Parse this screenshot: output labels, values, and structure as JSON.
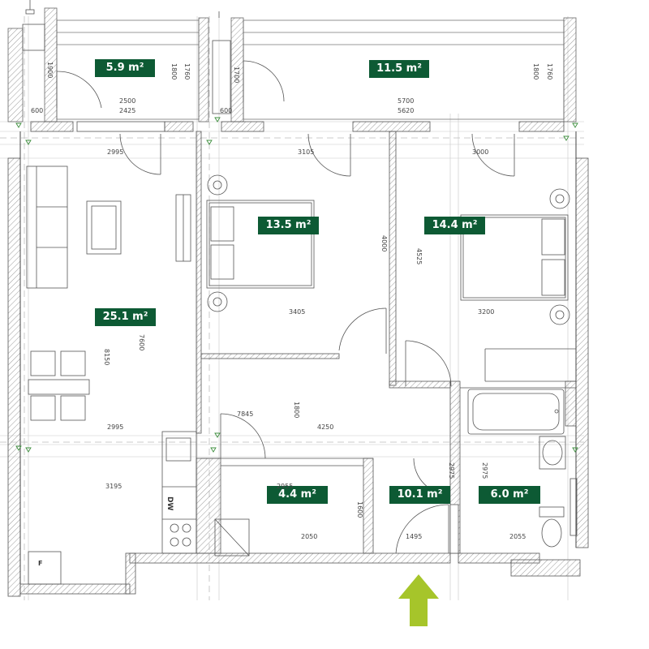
{
  "rooms": [
    {
      "id": "terrace-left",
      "area": "5.9 m²"
    },
    {
      "id": "terrace-right",
      "area": "11.5 m²"
    },
    {
      "id": "bedroom-1",
      "area": "13.5 m²"
    },
    {
      "id": "bedroom-2",
      "area": "14.4 m²"
    },
    {
      "id": "living-room",
      "area": "25.1 m²"
    },
    {
      "id": "storage",
      "area": "4.4 m²"
    },
    {
      "id": "hallway",
      "area": "10.1 m²"
    },
    {
      "id": "bathroom",
      "area": "6.0 m²"
    }
  ],
  "dimensions": {
    "d1900": "1900",
    "d1800a": "1800",
    "d1760a": "1760",
    "d2500": "2500",
    "d2425": "2425",
    "d600a": "600",
    "d1700": "1700",
    "d600b": "600",
    "d5700": "5700",
    "d5620": "5620",
    "d1800b": "1800",
    "d1760b": "1760",
    "d2995a": "2995",
    "d3105": "3105",
    "d3000": "3000",
    "d4000": "4000",
    "d4525": "4525",
    "d3405": "3405",
    "d3200": "3200",
    "d7600": "7600",
    "d8150": "8150",
    "d1800c": "1800",
    "d7845": "7845",
    "d4250": "4250",
    "d2995b": "2995",
    "d2975a": "2975",
    "d2975b": "2975",
    "d2955": "2955",
    "d3195": "3195",
    "d1600": "1600",
    "d2050": "2050",
    "d1495": "1495",
    "d2055": "2055"
  },
  "fixtures": {
    "dishwasher": "DW",
    "fridge": "F"
  },
  "colors": {
    "label_bg": "#0d5a34",
    "entry_arrow": "#a6c52a",
    "grid": "#c8c8c8",
    "hatch": "#9a9a9a"
  }
}
